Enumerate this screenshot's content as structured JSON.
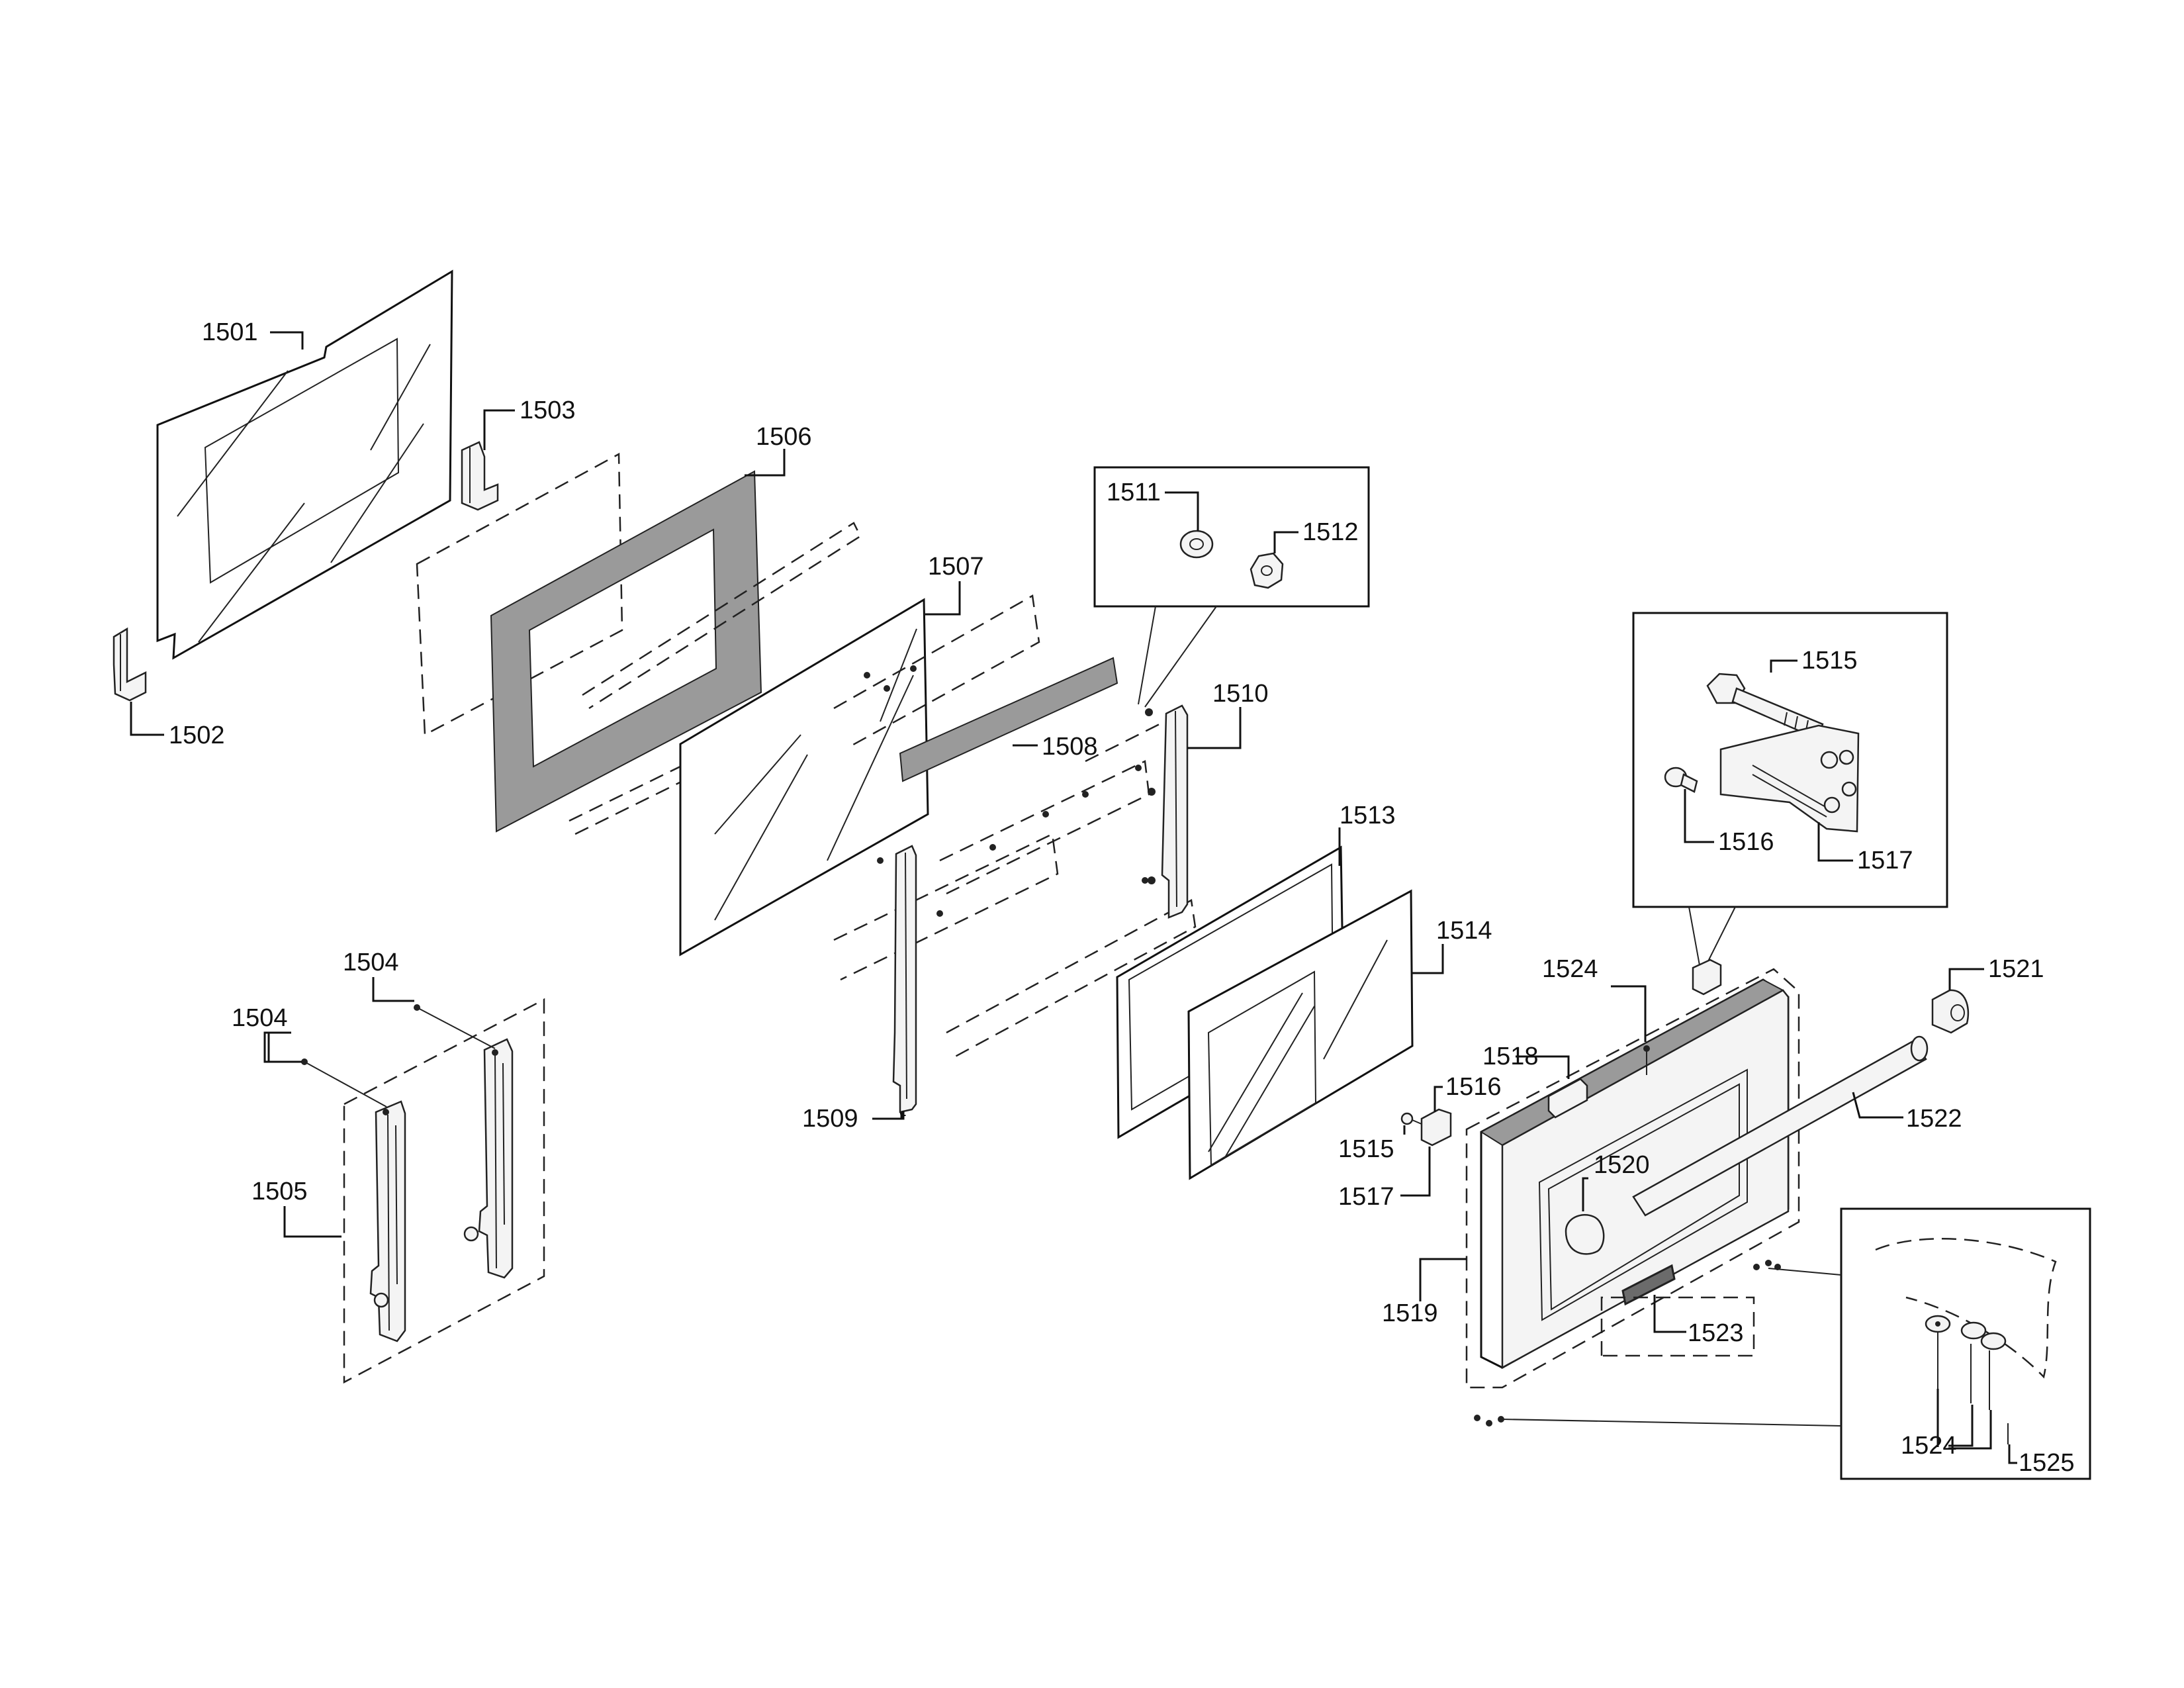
{
  "labels": {
    "p1501": "1501",
    "p1502": "1502",
    "p1503": "1503",
    "p1504a": "1504",
    "p1504b": "1504",
    "p1505": "1505",
    "p1506": "1506",
    "p1507": "1507",
    "p1508": "1508",
    "p1509": "1509",
    "p1510": "1510",
    "p1511": "1511",
    "p1512": "1512",
    "p1513": "1513",
    "p1514": "1514",
    "p1515a": "1515",
    "p1515b": "1515",
    "p1516a": "1516",
    "p1516b": "1516",
    "p1517a": "1517",
    "p1517b": "1517",
    "p1518": "1518",
    "p1519": "1519",
    "p1520": "1520",
    "p1521": "1521",
    "p1522": "1522",
    "p1523": "1523",
    "p1524a": "1524",
    "p1524b": "1524",
    "p1525": "1525"
  }
}
